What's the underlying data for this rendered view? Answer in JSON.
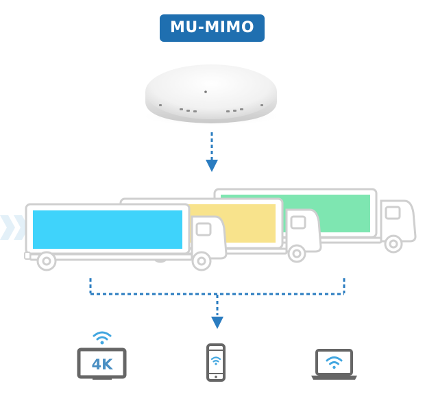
{
  "header": {
    "title": "MU-MIMO"
  },
  "access_point": {
    "icon": "access-point-device"
  },
  "trucks": [
    {
      "name": "truck-blue",
      "color": "#3fd3fb"
    },
    {
      "name": "truck-yellow",
      "color": "#f8e38c"
    },
    {
      "name": "truck-green",
      "color": "#7ee6b1"
    }
  ],
  "devices": [
    {
      "type": "tv-4k",
      "label": "4K",
      "icon": "tv-icon"
    },
    {
      "type": "smartphone",
      "icon": "smartphone-icon"
    },
    {
      "type": "laptop",
      "icon": "laptop-icon"
    }
  ],
  "colors": {
    "accent": "#1f6fb0",
    "dotted_line": "#2a7cc0",
    "outline": "#cfcfcf",
    "wifi": "#41a6e0"
  }
}
